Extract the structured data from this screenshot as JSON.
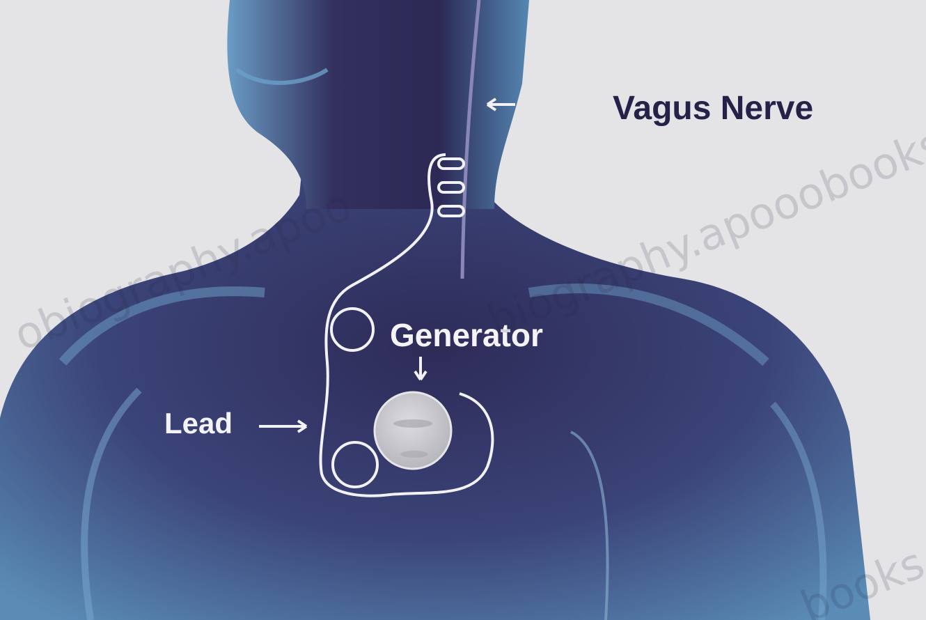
{
  "labels": {
    "vagus_nerve": "Vagus Nerve",
    "generator": "Generator",
    "lead": "Lead"
  },
  "watermarks": [
    "obiography.apoo",
    "biography.apooobooks.c",
    "books.c"
  ],
  "colors": {
    "background": "#e4e4e6",
    "body_blue": "#4f7fa8",
    "body_dark": "#2d2a55",
    "lead_wire": "#f2f2f6",
    "generator_disc": "#c9c9cf",
    "label_dark": "#25224a",
    "label_light": "#f4f4f8"
  }
}
